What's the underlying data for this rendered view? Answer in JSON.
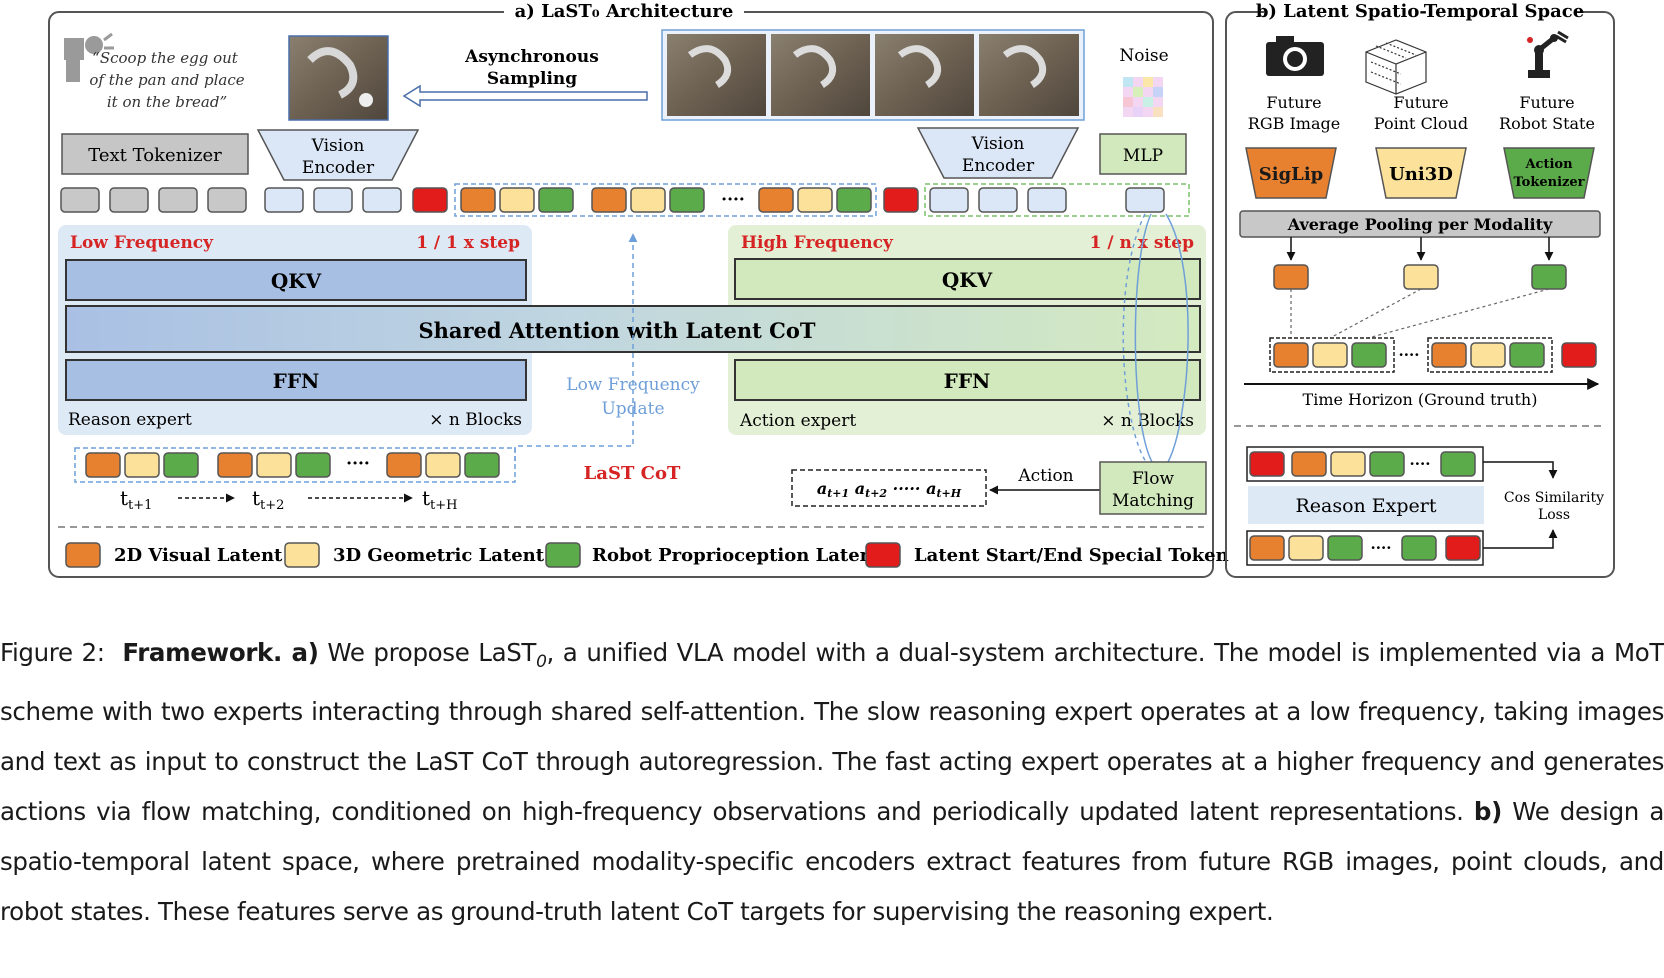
{
  "panel_a": {
    "title": "a) LaST₀ Architecture",
    "instruction": [
      "“Scoop the egg out",
      "of the pan and place",
      "it on the bread”"
    ],
    "async_sampling": [
      "Asynchronous",
      "Sampling"
    ],
    "noise": "Noise",
    "text_tokenizer": "Text Tokenizer",
    "vision_encoder": [
      "Vision",
      "Encoder"
    ],
    "mlp": "MLP",
    "ellipsis": "····",
    "low_freq": "Low Frequency",
    "low_step": "1 / 1 x step",
    "high_freq": "High  Frequency",
    "high_step": "1 / n x step",
    "qkv": "QKV",
    "shared_attention": "Shared Attention with Latent CoT",
    "ffn": "FFN",
    "reason_expert": "Reason expert",
    "action_expert": "Action expert",
    "n_blocks": "× n Blocks",
    "low_freq_update": [
      "Low Frequency",
      "Update"
    ],
    "last_cot": "LaST CoT",
    "time_labels": [
      "t",
      "t",
      "t"
    ],
    "time_subs": [
      "t+1",
      "t+2",
      "t+H"
    ],
    "action_label": "Action",
    "action_seq": "a_{t+1} a_{t+2} ····· a_{t+H}",
    "action_parts": [
      "a",
      "t+1",
      "a",
      "t+2",
      "·····",
      "a",
      "t+H"
    ],
    "flow_matching": [
      "Flow",
      "Matching"
    ],
    "legend": [
      "2D Visual Latent",
      "3D Geometric Latent",
      "Robot Proprioception Latent",
      "Latent Start/End Special Token"
    ]
  },
  "panel_b": {
    "title": "b) Latent Spatio-Temporal Space",
    "sources": [
      [
        "Future",
        "RGB Image"
      ],
      [
        "Future",
        "Point Cloud"
      ],
      [
        "Future",
        "Robot State"
      ]
    ],
    "encoders": [
      "SigLip",
      "Uni3D"
    ],
    "action_tokenizer": [
      "Action",
      "Tokenizer"
    ],
    "avg_pooling": "Average Pooling per Modality",
    "time_horizon": "Time Horizon (Ground truth)",
    "reason_expert": "Reason Expert",
    "cos_loss": [
      "Cos Similarity",
      "Loss"
    ],
    "ellipsis": "····"
  },
  "caption": {
    "prefix": "Figure 2:",
    "bold_a": "Framework. a)",
    "text_a1": " We propose LaST",
    "subscript": "0",
    "text_a2": ", a unified VLA model with a dual-system architecture. The model is implemented via a MoT scheme with two experts interacting through shared self-attention. The slow reasoning expert operates at a low frequency, taking images and text as input to construct the LaST CoT through autoregression. The fast acting expert operates at a higher frequency and generates actions via flow matching, conditioned on high-frequency observations and periodically updated latent representations.",
    "bold_b": "b)",
    "text_b": " We design a spatio-temporal latent space, where pretrained modality-specific encoders extract features from future RGB images, point clouds, and robot states. These features serve as ground-truth latent CoT targets for supervising the reasoning expert."
  },
  "colors": {
    "orange": "#e8812f",
    "yellow": "#fbe199",
    "green": "#5cab4a",
    "red": "#e21b1b",
    "gray": "#c8c8c8",
    "light_blue": "#dbe7f6",
    "qkv_blue": "#a7bfe3",
    "qkv_green": "#d2e9bd",
    "panel_low": "#dee9f6",
    "panel_high": "#e3f0d6",
    "dashed_blue": "#6f9fd8",
    "accent_red": "#d62424"
  }
}
